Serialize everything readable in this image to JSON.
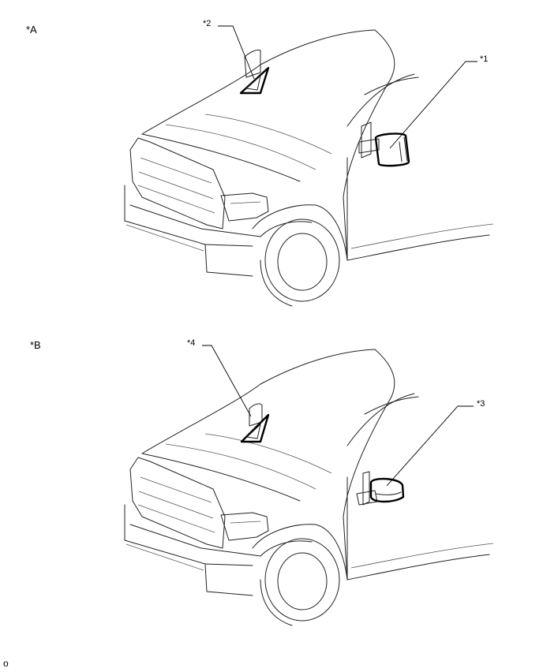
{
  "views": [
    {
      "id": "A",
      "label": "*A",
      "callouts": [
        {
          "label": "*2"
        },
        {
          "label": "*1"
        }
      ]
    },
    {
      "id": "B",
      "label": "*B",
      "callouts": [
        {
          "label": "*4"
        },
        {
          "label": "*3"
        }
      ]
    }
  ],
  "footer": {
    "code": "o"
  }
}
